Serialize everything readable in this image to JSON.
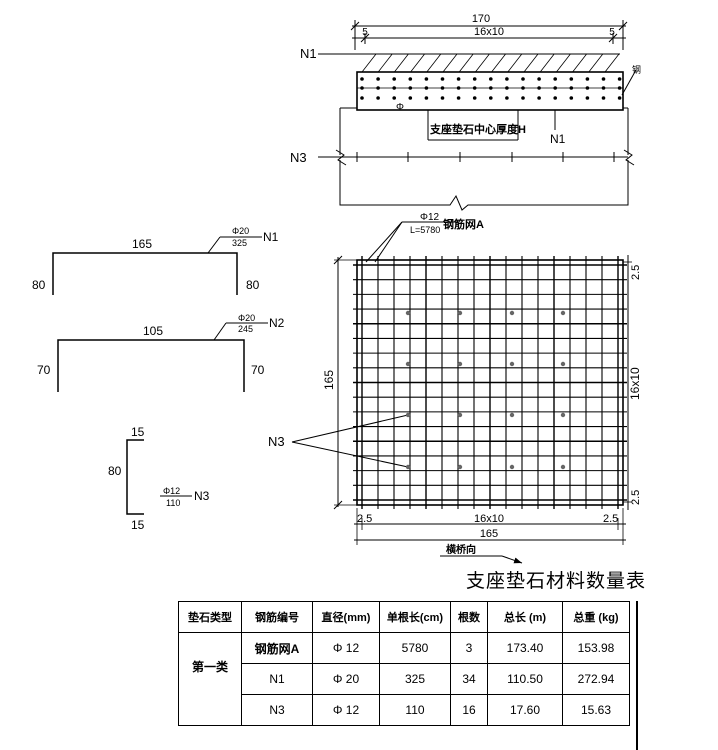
{
  "top_view": {
    "dim_total": "170",
    "dim_left": "5",
    "dim_mid": "16x10",
    "dim_right": "5",
    "label_n1_left": "N1",
    "label_n1_mid": "N1",
    "label_n3": "N3",
    "label_phi": "Φ",
    "label_center_thickness": "支座垫石中心厚度H",
    "label_cut": "钢"
  },
  "mesh_view": {
    "rebar_dia": "Φ12",
    "rebar_len": "L=5780",
    "mesh_name": "钢筋网A",
    "dim_left_side": "165",
    "dim_right_top": "2.5",
    "dim_right_mid": "16x10",
    "dim_right_bot": "2.5",
    "dim_bot_left": "2.5",
    "dim_bot_mid": "16x10",
    "dim_bot_right": "2.5",
    "dim_bot_total": "165",
    "label_n3": "N3",
    "direction": "横桥向"
  },
  "bars": {
    "n1": {
      "top": "165",
      "left": "80",
      "right": "80",
      "dia": "Φ20",
      "len": "325",
      "name": "N1"
    },
    "n2": {
      "top": "105",
      "left": "70",
      "right": "70",
      "dia": "Φ20",
      "len": "245",
      "name": "N2"
    },
    "n3": {
      "top": "15",
      "mid": "80",
      "bottom": "15",
      "dia": "Φ12",
      "len": "110",
      "name": "N3"
    }
  },
  "table": {
    "title": "支座垫石材料数量表",
    "headers": [
      "垫石类型",
      "钢筋编号",
      "直径(mm)",
      "单根长(cm)",
      "根数",
      "总长 (m)",
      "总重 (kg)"
    ],
    "group": "第一类",
    "rows": [
      {
        "code": "钢筋网A",
        "dia": "Φ 12",
        "len": "5780",
        "count": "3",
        "total_len": "173.40",
        "weight": "153.98"
      },
      {
        "code": "N1",
        "dia": "Φ 20",
        "len": "325",
        "count": "34",
        "total_len": "110.50",
        "weight": "272.94"
      },
      {
        "code": "N3",
        "dia": "Φ 12",
        "len": "110",
        "count": "16",
        "total_len": "17.60",
        "weight": "15.63"
      }
    ]
  }
}
